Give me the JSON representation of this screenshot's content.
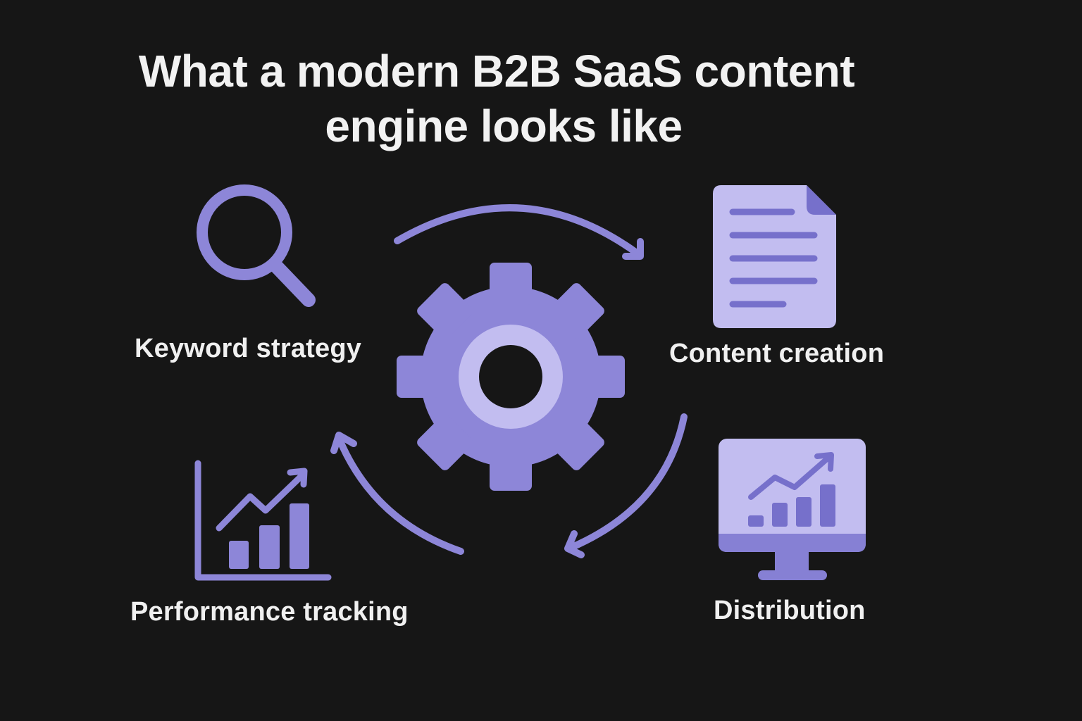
{
  "title": {
    "line1": "What a modern B2B SaaS content",
    "line2": "engine looks like"
  },
  "colors": {
    "background": "#161616",
    "accent": "#8d86d8",
    "accent_light": "#c2bdf0",
    "accent_dark": "#6f68c6",
    "text": "#f0f0f0"
  },
  "center": {
    "icon": "gear-icon"
  },
  "stages": [
    {
      "label": "Keyword strategy",
      "icon": "magnifying-glass-icon"
    },
    {
      "label": "Content creation",
      "icon": "document-icon"
    },
    {
      "label": "Distribution",
      "icon": "monitor-chart-icon"
    },
    {
      "label": "Performance tracking",
      "icon": "bar-chart-trend-icon"
    }
  ],
  "flow": [
    "Keyword strategy",
    "Content creation",
    "Distribution",
    "Performance tracking",
    "Keyword strategy"
  ]
}
